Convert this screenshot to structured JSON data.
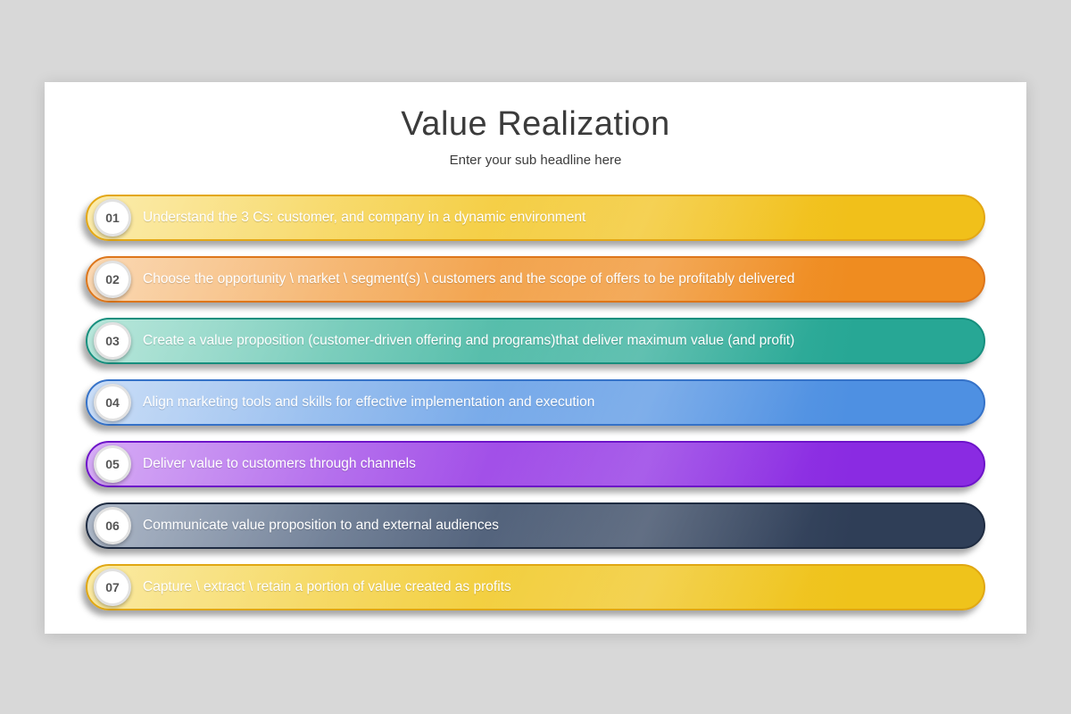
{
  "slide": {
    "title": "Value Realization",
    "subtitle": "Enter your sub headline here",
    "items": [
      {
        "number": "01",
        "text": "Understand the 3 Cs: customer, and company in a dynamic environment",
        "colors": {
          "from": "#f9e07a",
          "to": "#f1c01a",
          "border": "#e3a715"
        }
      },
      {
        "number": "02",
        "text": "Choose the opportunity \\ market \\ segment(s) \\ customers and the scope of offers to be profitably delivered",
        "colors": {
          "from": "#f7c186",
          "to": "#ef8c20",
          "border": "#dd761b"
        }
      },
      {
        "number": "03",
        "text": "Create a value proposition (customer-driven offering and programs)that deliver maximum value (and profit)",
        "colors": {
          "from": "#8ed8c5",
          "to": "#27a795",
          "border": "#178f7e"
        }
      },
      {
        "number": "04",
        "text": "Align marketing tools and skills for effective implementation and execution",
        "colors": {
          "from": "#a9c9f2",
          "to": "#4e90e2",
          "border": "#3572c8"
        }
      },
      {
        "number": "05",
        "text": "Deliver value to customers through channels",
        "colors": {
          "from": "#bd79ef",
          "to": "#8a2be2",
          "border": "#6d14c9"
        }
      },
      {
        "number": "06",
        "text": "Communicate value proposition to and external audiences",
        "colors": {
          "from": "#7d8ea7",
          "to": "#2f3e57",
          "border": "#1f2c42"
        }
      },
      {
        "number": "07",
        "text": "Capture \\ extract \\ retain a portion of value created as profits",
        "colors": {
          "from": "#f7dd6b",
          "to": "#efc31b",
          "border": "#e0a713"
        }
      }
    ]
  }
}
